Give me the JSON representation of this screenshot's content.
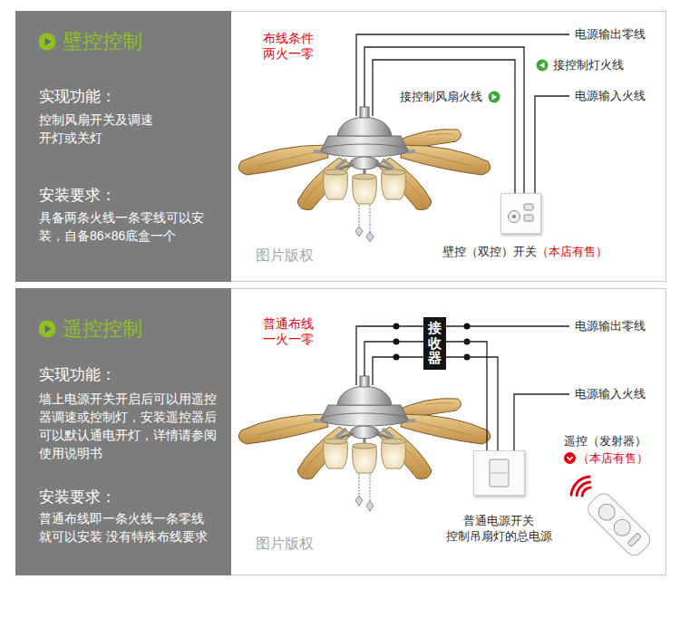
{
  "diagram": {
    "nodes": [
      {
        "text": [
          "壁控控制",
          "实现功能：",
          "控制风扇开关及调速开灯或关灯",
          "安装要求：",
          "具备两条火线一条零线可以安装，自备86×86底盒一个"
        ]
      },
      {
        "text": [
          "壁控（双控）开关",
          "（本店有售）"
        ]
      },
      {
        "text": [
          "遥控控制",
          "实现功能：",
          "墙上电源开关开启后可以用遥控器调速或控制灯，安装遥控器后可以默认通电开灯，详情请参阅使用说明书",
          "安装要求：",
          "普通布线即一条火线一条零线就可以安装 没有特殊布线要求"
        ]
      },
      {
        "text": [
          "接收器"
        ]
      },
      {
        "text": [
          "普通电源开关",
          "控制吊扇灯的总电源"
        ]
      },
      {
        "text": [
          "遥控（发射器）",
          "（本店有售）"
        ]
      }
    ],
    "edges": [
      {
        "from": 3,
        "to": 4,
        "arrow": "none"
      },
      {
        "from": 3,
        "to": 4,
        "arrow": "none"
      }
    ],
    "labels": [
      "布线条件",
      "两火一零",
      "电源输出零线",
      "接控制灯火线",
      "接控制风扇火线",
      "电源输入火线",
      "图片版权",
      "普通布线",
      "一火一零",
      "电源输出零线",
      "电源输入火线",
      "图片版权"
    ]
  }
}
